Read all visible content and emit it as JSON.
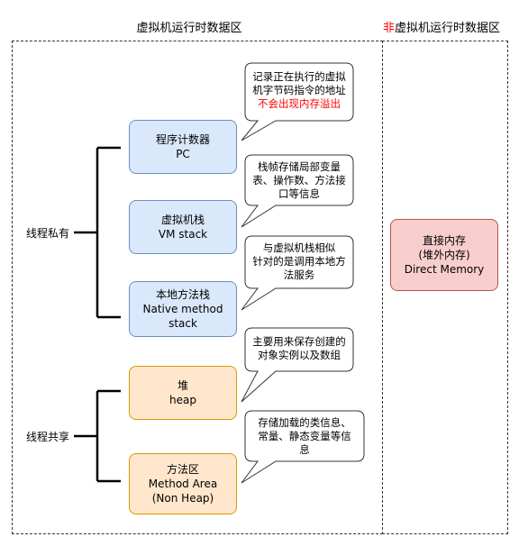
{
  "headers": {
    "jvm_area": "虚拟机运行时数据区",
    "non_prefix": "非",
    "non_rest": "虚拟机运行时数据区"
  },
  "groups": {
    "private": "线程私有",
    "shared": "线程共享"
  },
  "areas": {
    "pc": {
      "line1": "程序计数器",
      "line2": "PC"
    },
    "vm_stack": {
      "line1": "虚拟机栈",
      "line2": "VM stack"
    },
    "native_stack": {
      "line1": "本地方法栈",
      "line2": "Native method",
      "line3": "stack"
    },
    "heap": {
      "line1": "堆",
      "line2": "heap"
    },
    "method_area": {
      "line1": "方法区",
      "line2": "Method Area",
      "line3": "(Non Heap)"
    },
    "direct_memory": {
      "line1": "直接内存",
      "line2": "(堆外内存)",
      "line3": "Direct Memory"
    }
  },
  "callouts": {
    "pc": {
      "line1": "记录正在执行的虚拟",
      "line2": "机字节码指令的地址",
      "warning": "不会出现内存溢出"
    },
    "vm_stack": {
      "line1": "栈帧存储局部变量",
      "line2": "表、操作数、方法接",
      "line3": "口等信息"
    },
    "native_stack": {
      "line1": "与虚拟机栈相似",
      "line2": "针对的是调用本地方",
      "line3": "法服务"
    },
    "heap": {
      "line1": "主要用来保存创建的",
      "line2": "对象实例以及数组"
    },
    "method_area": {
      "line1": "存储加载的类信息、",
      "line2": "常量、静态变量等信",
      "line3": "息"
    }
  },
  "colors": {
    "thread_private_fill": "#dae8fc",
    "thread_shared_fill": "#ffe6cc",
    "off_heap_fill": "#f8cecc",
    "warning_text": "#ff0000"
  }
}
